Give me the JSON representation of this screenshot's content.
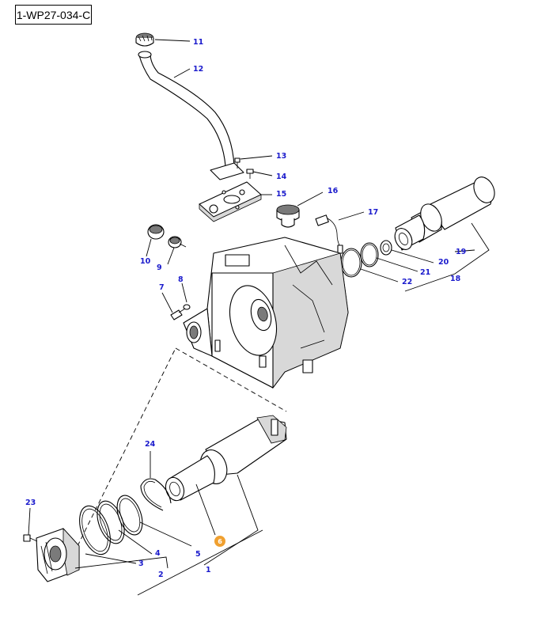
{
  "drawing_ref": "1-WP27-034-C",
  "callouts": [
    {
      "id": "c11",
      "label": "11"
    },
    {
      "id": "c12",
      "label": "12"
    },
    {
      "id": "c13",
      "label": "13"
    },
    {
      "id": "c14",
      "label": "14"
    },
    {
      "id": "c15",
      "label": "15"
    },
    {
      "id": "c16",
      "label": "16"
    },
    {
      "id": "c17",
      "label": "17"
    },
    {
      "id": "c18",
      "label": "18"
    },
    {
      "id": "c19",
      "label": "19"
    },
    {
      "id": "c20",
      "label": "20"
    },
    {
      "id": "c21",
      "label": "21"
    },
    {
      "id": "c22",
      "label": "22"
    },
    {
      "id": "c10",
      "label": "10"
    },
    {
      "id": "c9",
      "label": "9"
    },
    {
      "id": "c7",
      "label": "7"
    },
    {
      "id": "c8",
      "label": "8"
    },
    {
      "id": "c24",
      "label": "24"
    },
    {
      "id": "c23",
      "label": "23"
    },
    {
      "id": "c4",
      "label": "4"
    },
    {
      "id": "c5",
      "label": "5"
    },
    {
      "id": "c3",
      "label": "3"
    },
    {
      "id": "c2",
      "label": "2"
    },
    {
      "id": "c1",
      "label": "1"
    },
    {
      "id": "c6",
      "label": "6"
    }
  ],
  "colors": {
    "callout": "#1a1acc",
    "badge": "#f0a030",
    "line": "#000000"
  }
}
